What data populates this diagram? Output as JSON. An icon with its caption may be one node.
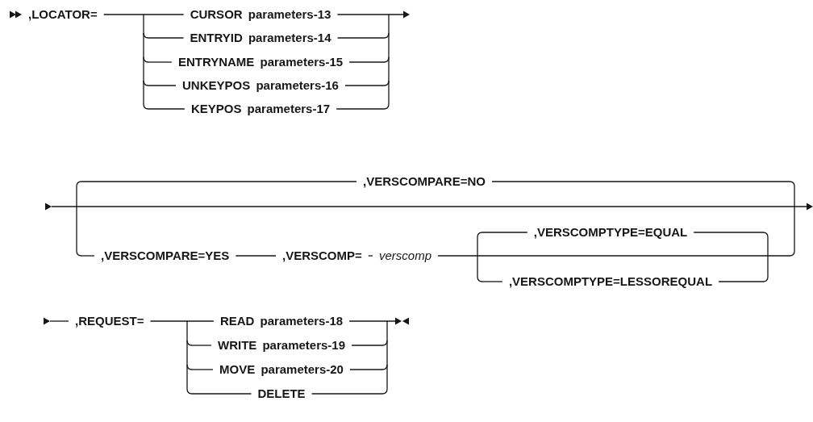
{
  "diagram": {
    "labels": [
      ",LOCATOR=",
      "CURSOR parameters-13",
      "ENTRYID parameters-14",
      "ENTRYNAME parameters-15",
      "UNKEYPOS parameters-16",
      "KEYPOS parameters-17",
      ",VERSCOMPARE=NO",
      ",VERSCOMPARE=YES",
      ",VERSCOMP=",
      "verscomp",
      ",VERSCOMPTYPE=EQUAL",
      ",VERSCOMPTYPE=LESSOREQUAL",
      ",REQUEST=",
      "READ parameters-18",
      "WRITE parameters-19",
      "MOVE parameters-20",
      "DELETE"
    ]
  }
}
